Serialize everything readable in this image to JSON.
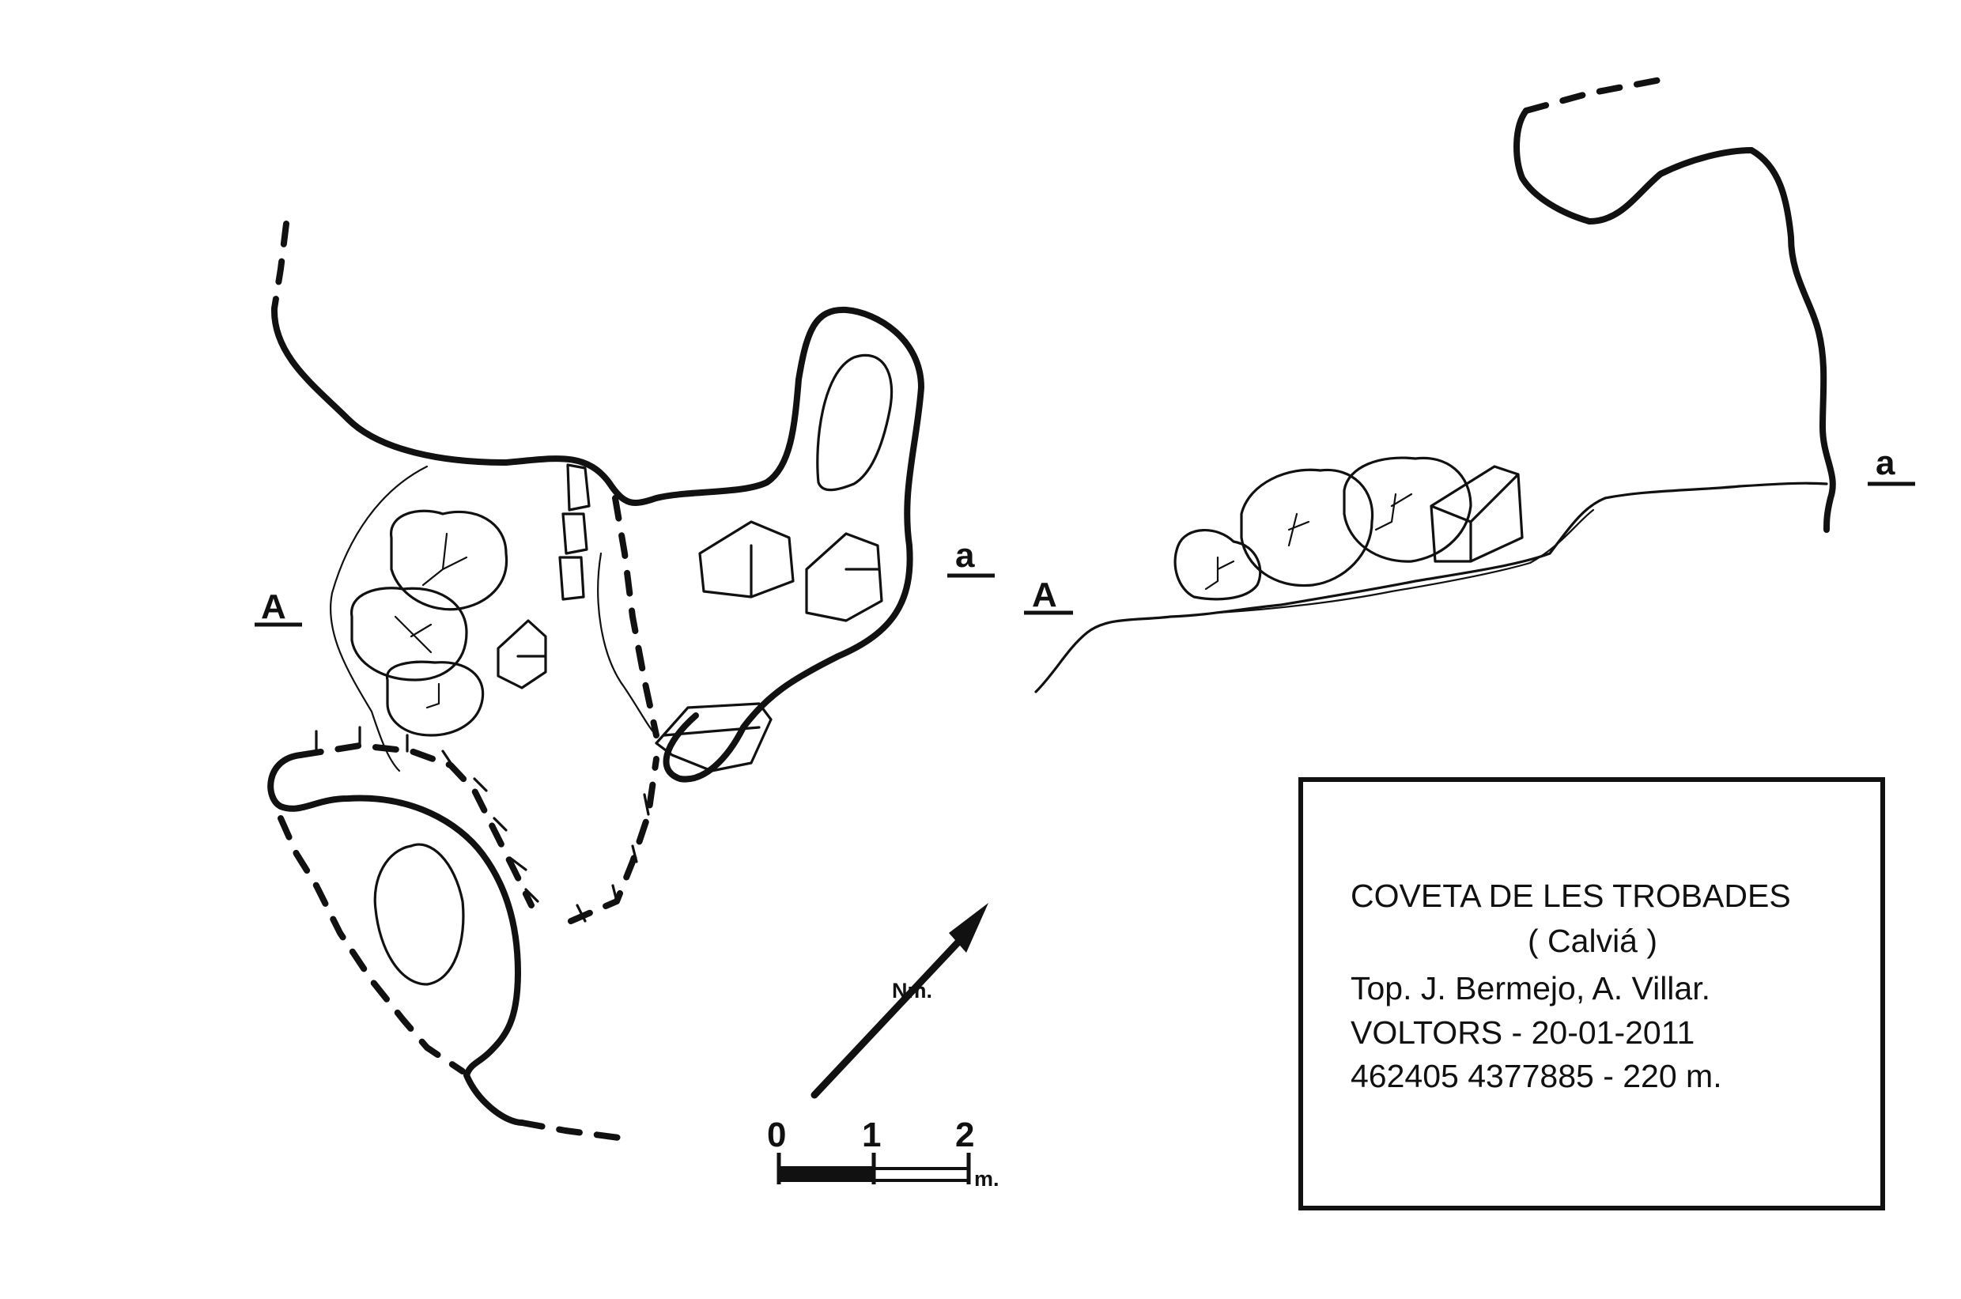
{
  "section_labels": {
    "plan_start": "A",
    "plan_end": "a",
    "profile_start": "A",
    "profile_end": "a"
  },
  "north": {
    "label": "Nm."
  },
  "scale": {
    "ticks": [
      "0",
      "1",
      "2"
    ],
    "unit": "m."
  },
  "info": {
    "title": "COVETA DE LES TROBADES",
    "subtitle": "( Calviá )",
    "authors": "Top. J. Bermejo, A. Villar.",
    "club_date": "VOLTORS - 20-01-2011",
    "coords": "462405 4377885 - 220 m."
  }
}
